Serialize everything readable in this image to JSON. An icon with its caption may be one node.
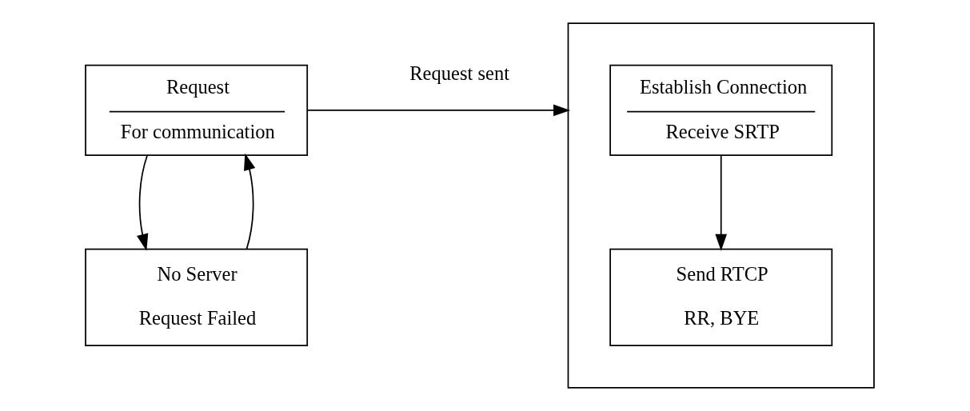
{
  "diagram": {
    "nodes": [
      {
        "text": [
          "Request",
          "For communication"
        ]
      },
      {
        "text": [
          "No Server",
          "Request Failed"
        ]
      },
      {
        "text": [],
        "shape": "box"
      },
      {
        "text": [
          "Establish Connection",
          "Receive SRTP"
        ],
        "in": 2
      },
      {
        "text": [
          "Send RTCP",
          "RR, BYE"
        ],
        "in": 2
      }
    ],
    "edges": [
      {
        "from": 0,
        "to": 2,
        "arrow": "to",
        "label": "Request sent"
      },
      {
        "from": 1,
        "to": 0,
        "arrow": "to"
      },
      {
        "from": 0,
        "to": 1,
        "arrow": "to"
      },
      {
        "from": 3,
        "to": 4,
        "arrow": "to"
      }
    ]
  }
}
